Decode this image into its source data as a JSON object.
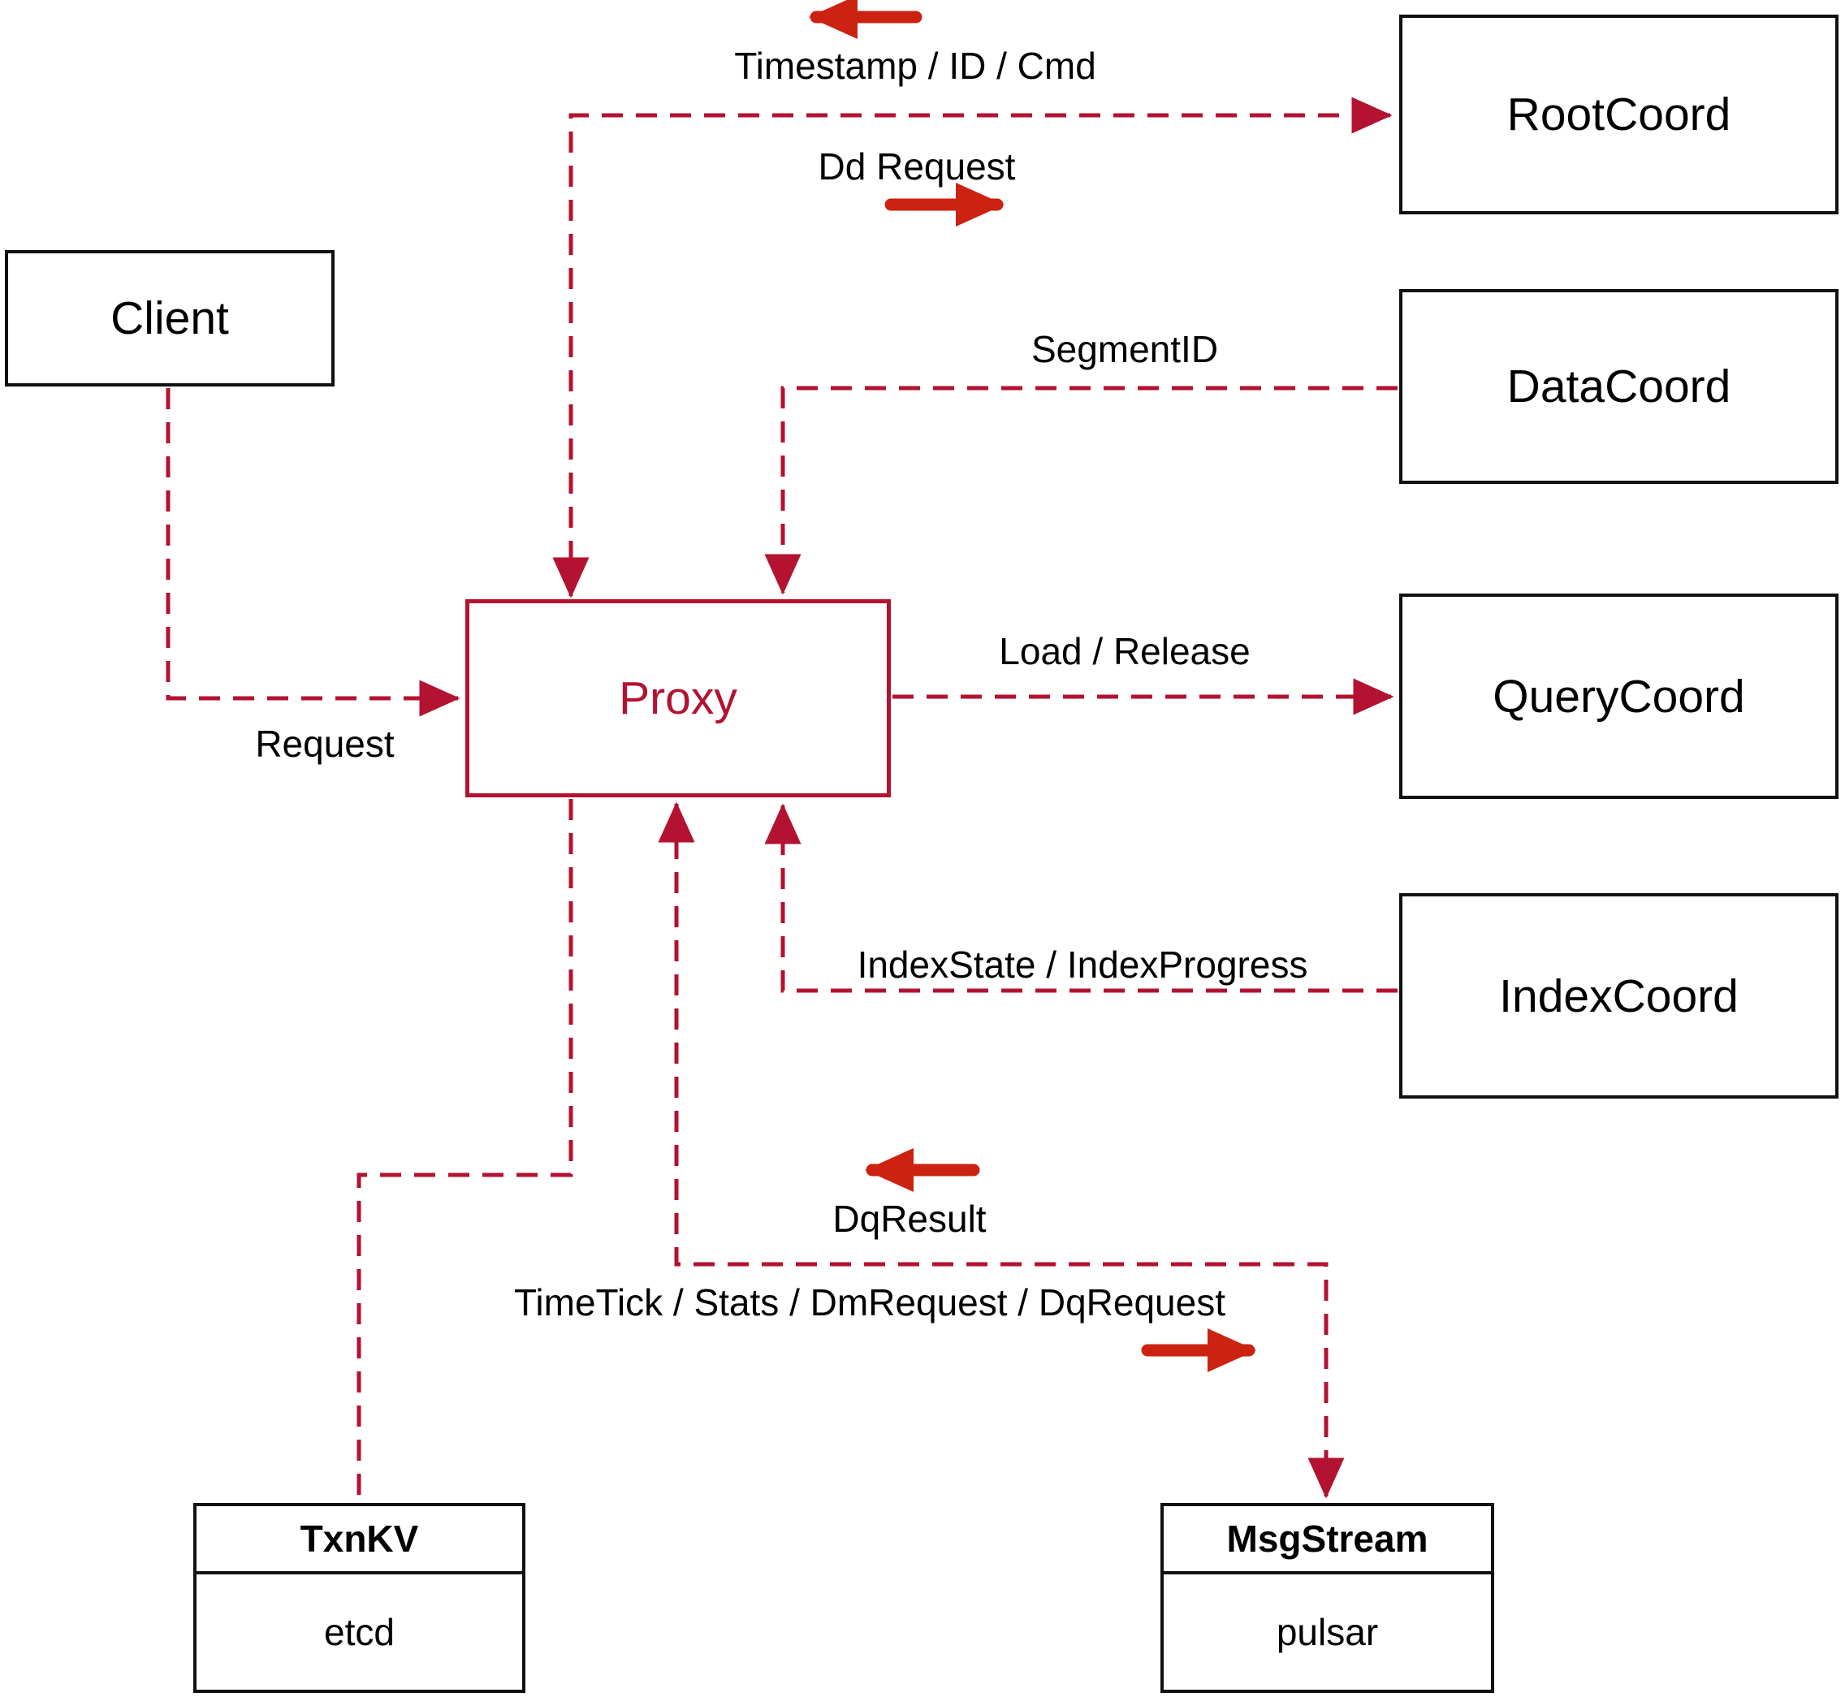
{
  "colors": {
    "dashed_line": "#b31230",
    "solid_arrow": "#cc2211",
    "node_border": "#111111",
    "proxy_accent": "#b31230",
    "text": "#000000",
    "background": "#ffffff"
  },
  "nodes": {
    "client": {
      "label": "Client"
    },
    "proxy": {
      "label": "Proxy"
    },
    "root_coord": {
      "label": "RootCoord"
    },
    "data_coord": {
      "label": "DataCoord"
    },
    "query_coord": {
      "label": "QueryCoord"
    },
    "index_coord": {
      "label": "IndexCoord"
    },
    "txn_kv": {
      "title": "TxnKV",
      "impl": "etcd"
    },
    "msg_stream": {
      "title": "MsgStream",
      "impl": "pulsar"
    }
  },
  "edges": {
    "proxy_rootcoord": {
      "response_label": "Timestamp / ID / Cmd",
      "request_label": "Dd Request"
    },
    "datacoord_proxy": {
      "label": "SegmentID"
    },
    "proxy_querycoord": {
      "label": "Load / Release"
    },
    "indexcoord_proxy": {
      "label": "IndexState / IndexProgress"
    },
    "client_proxy": {
      "label": "Request"
    },
    "proxy_txnkv": {
      "label": ""
    },
    "proxy_msgstream": {
      "response_label": "DqResult",
      "request_label": "TimeTick / Stats / DmRequest / DqRequest"
    }
  }
}
